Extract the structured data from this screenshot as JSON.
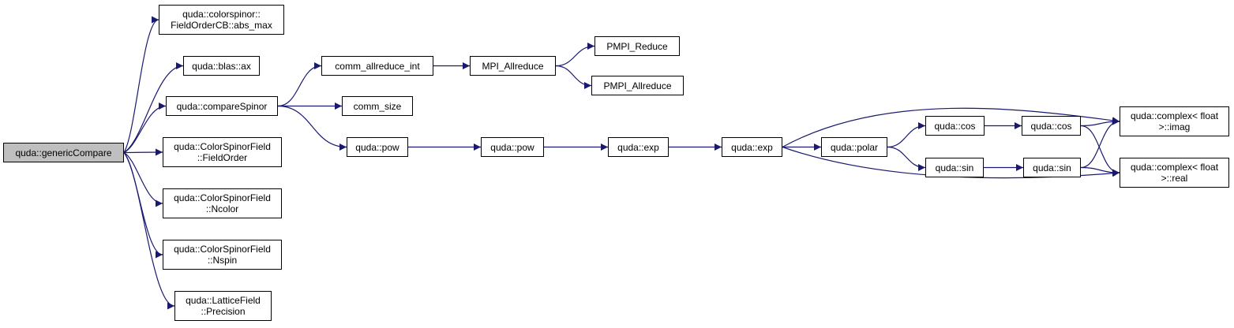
{
  "colors": {
    "edge": "#191970",
    "root_fill": "#bfbfbf",
    "node_fill": "#ffffff",
    "node_border": "#000000"
  },
  "nodes": {
    "genericCompare": [
      "quda::genericCompare"
    ],
    "abs_max": [
      "quda::colorspinor::",
      "FieldOrderCB::abs_max"
    ],
    "blas_ax": [
      "quda::blas::ax"
    ],
    "compareSpinor": [
      "quda::compareSpinor"
    ],
    "FieldOrder": [
      "quda::ColorSpinorField",
      "::FieldOrder"
    ],
    "Ncolor": [
      "quda::ColorSpinorField",
      "::Ncolor"
    ],
    "Nspin": [
      "quda::ColorSpinorField",
      "::Nspin"
    ],
    "Precision": [
      "quda::LatticeField",
      "::Precision"
    ],
    "comm_allreduce_int": [
      "comm_allreduce_int"
    ],
    "comm_size": [
      "comm_size"
    ],
    "pow1": [
      "quda::pow"
    ],
    "MPI_Allreduce": [
      "MPI_Allreduce"
    ],
    "PMPI_Reduce": [
      "PMPI_Reduce"
    ],
    "PMPI_Allreduce": [
      "PMPI_Allreduce"
    ],
    "pow2": [
      "quda::pow"
    ],
    "exp1": [
      "quda::exp"
    ],
    "exp2": [
      "quda::exp"
    ],
    "polar": [
      "quda::polar"
    ],
    "cos1": [
      "quda::cos"
    ],
    "sin1": [
      "quda::sin"
    ],
    "cos2": [
      "quda::cos"
    ],
    "sin2": [
      "quda::sin"
    ],
    "imag": [
      "quda::complex< float",
      ">::imag"
    ],
    "real": [
      "quda::complex< float",
      ">::real"
    ]
  },
  "edges": [
    [
      "genericCompare",
      "abs_max"
    ],
    [
      "genericCompare",
      "blas_ax"
    ],
    [
      "genericCompare",
      "compareSpinor"
    ],
    [
      "genericCompare",
      "FieldOrder"
    ],
    [
      "genericCompare",
      "Ncolor"
    ],
    [
      "genericCompare",
      "Nspin"
    ],
    [
      "genericCompare",
      "Precision"
    ],
    [
      "compareSpinor",
      "comm_allreduce_int"
    ],
    [
      "compareSpinor",
      "comm_size"
    ],
    [
      "compareSpinor",
      "pow1"
    ],
    [
      "comm_allreduce_int",
      "MPI_Allreduce"
    ],
    [
      "MPI_Allreduce",
      "PMPI_Reduce"
    ],
    [
      "MPI_Allreduce",
      "PMPI_Allreduce"
    ],
    [
      "pow1",
      "pow2"
    ],
    [
      "pow2",
      "exp1"
    ],
    [
      "exp1",
      "exp2"
    ],
    [
      "exp2",
      "polar"
    ],
    [
      "exp2",
      "imag"
    ],
    [
      "exp2",
      "real"
    ],
    [
      "polar",
      "cos1"
    ],
    [
      "polar",
      "sin1"
    ],
    [
      "cos1",
      "cos2"
    ],
    [
      "sin1",
      "sin2"
    ],
    [
      "cos2",
      "imag"
    ],
    [
      "cos2",
      "real"
    ],
    [
      "sin2",
      "imag"
    ],
    [
      "sin2",
      "real"
    ]
  ]
}
